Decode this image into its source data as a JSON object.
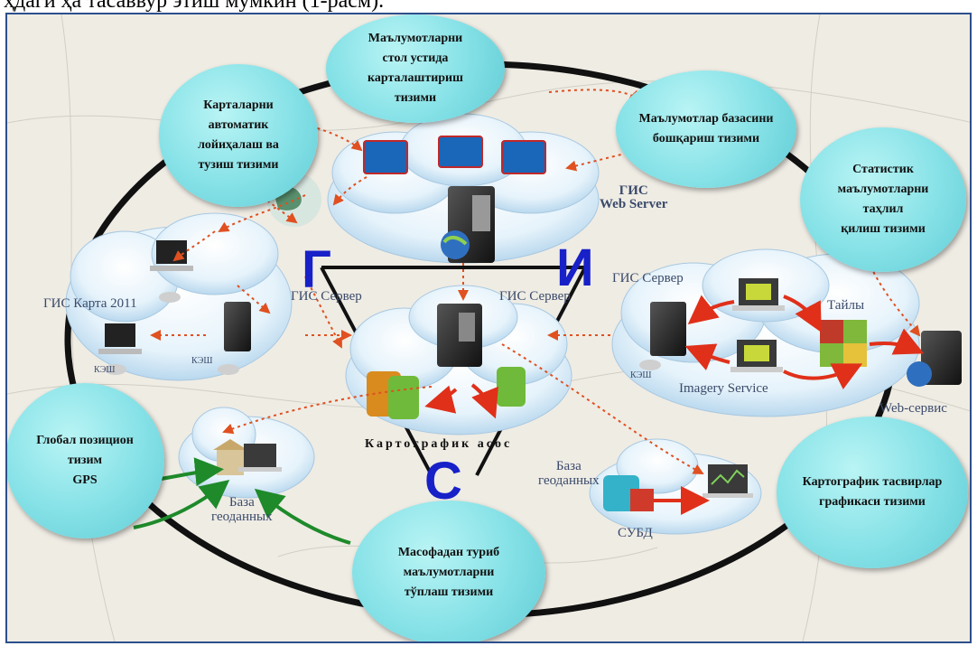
{
  "caption": "ҳдаги ҳа тасаввур этиш мумкин (1-расм).",
  "letters": {
    "g": "Г",
    "i": "И",
    "s": "С"
  },
  "bubbles": {
    "desktop_mapping": "Маълумотларни\nстол устида\nкарталаштириш\nтизими",
    "auto_design": "Карталарни\nавтоматик\nлойиҳалаш ва\nтузиш тизими",
    "dbms": "Маълумотлар базасини\nбошқариш тизими",
    "statistics": "Статистик\nмаълумотларни\nтаҳлил\nқилиш тизими",
    "gps": "Глобал позицион\nтизим\nGPS",
    "remote": "Масофадан туриб\nмаълумотларни\nтўплаш тизими",
    "cartographic": "Картографик тасвирлар\nграфикаси тизими"
  },
  "labels": {
    "web_server": "ГИС\nWeb Server",
    "gis_map": "ГИС Карта 2011",
    "gis_server_left": "ГИС Сервер",
    "gis_server_center": "ГИС Сервер",
    "gis_server_right": "ГИС Сервер",
    "cache1": "КЭШ",
    "cache2": "КЭШ",
    "cache3": "КЭШ",
    "tiles": "Тайлы",
    "imagery": "Imagery Service",
    "web_service": "Web-сервис",
    "carto_base": "Картографик асос",
    "geo_db_left": "База\nгеоданных",
    "geo_db_right": "База\nгеоданных",
    "subd": "СУБД"
  },
  "colors": {
    "bubble": "#84e1e6",
    "letters": "#1820c8",
    "arrows_red": "#e0301a",
    "arrows_green": "#1e8a2a",
    "dotted": "#e05020"
  }
}
